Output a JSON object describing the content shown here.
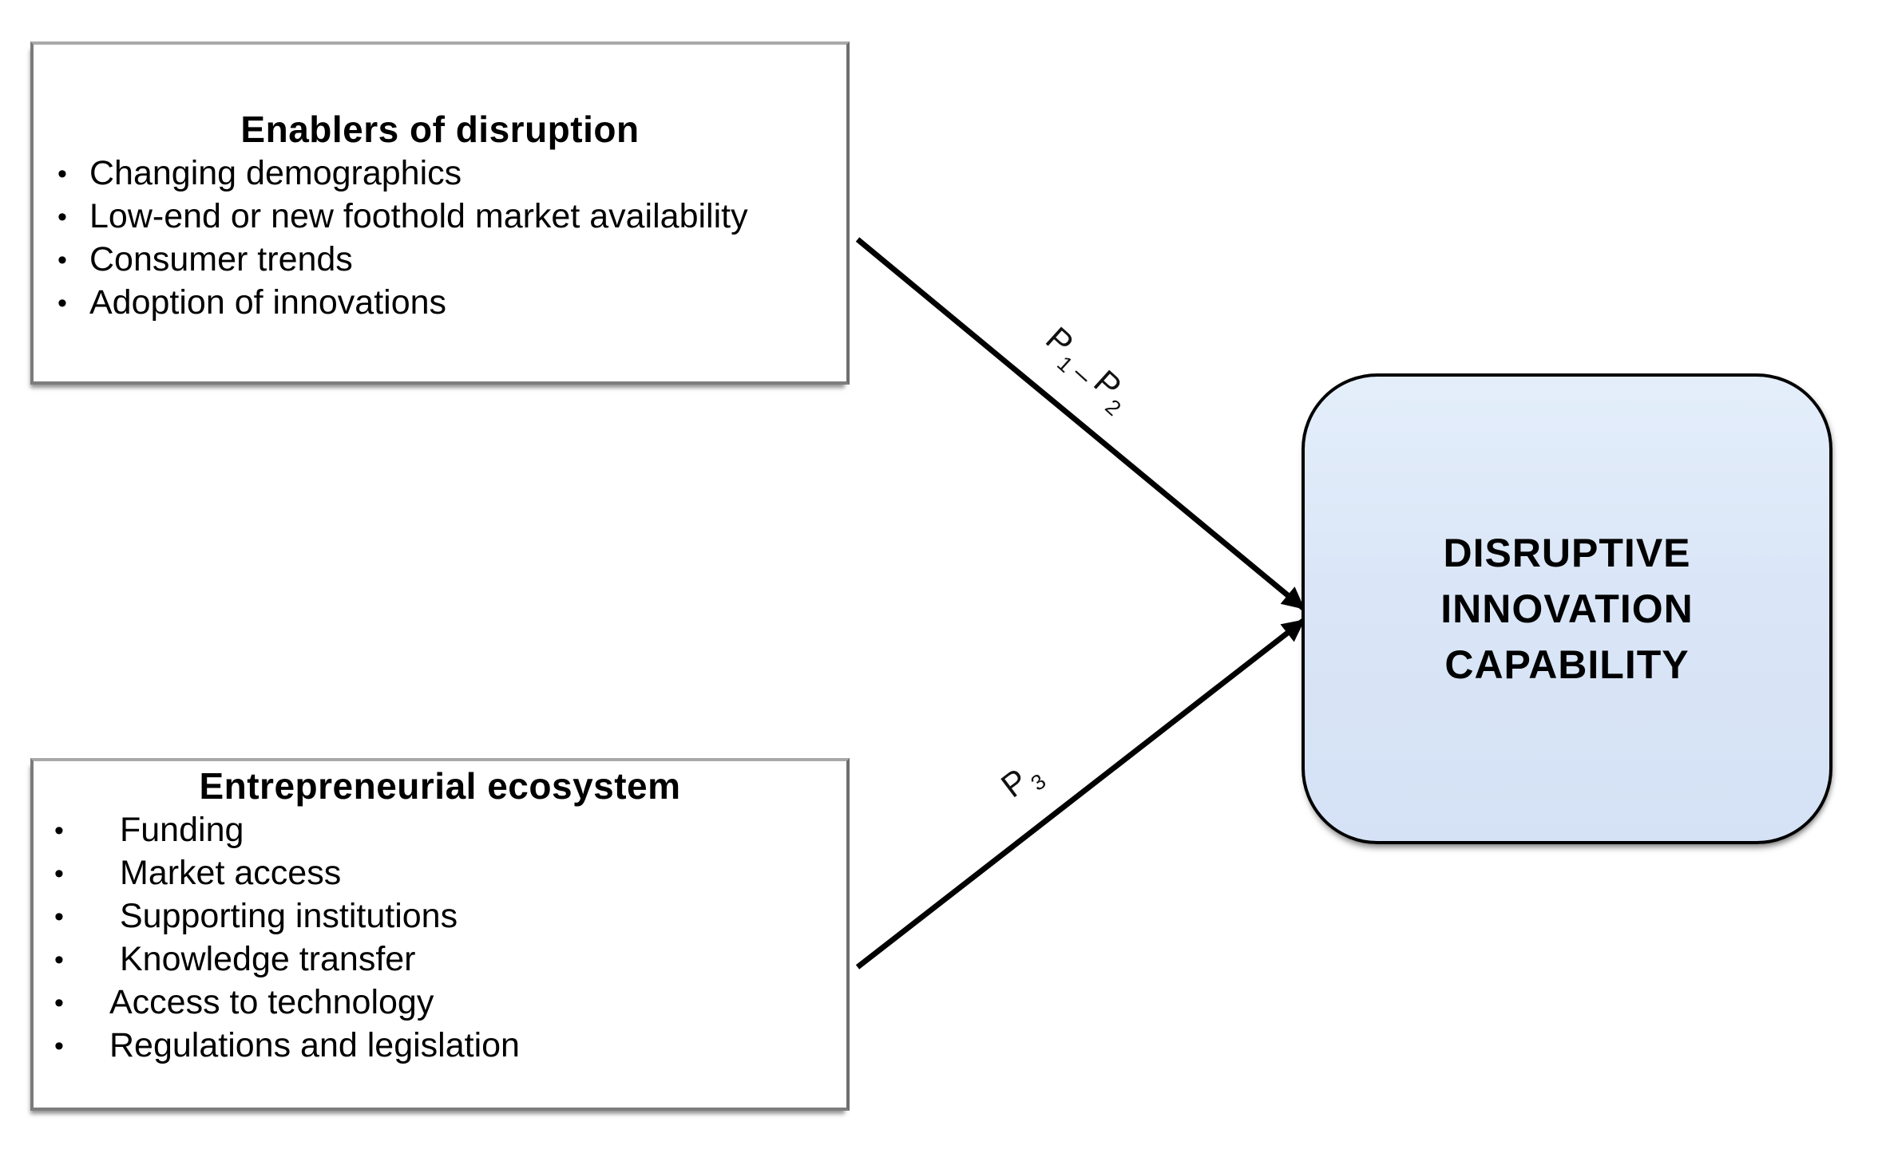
{
  "diagram": {
    "bullet_glyph": "•",
    "enablers_box": {
      "title": "Enablers of disruption",
      "items": [
        "Changing demographics",
        "Low-end or new foothold market availability",
        "Consumer trends",
        "Adoption of innovations"
      ]
    },
    "ecosystem_box": {
      "title": "Entrepreneurial ecosystem",
      "items": [
        "Funding",
        "Market access",
        "Supporting institutions",
        "Knowledge transfer",
        "Access to technology",
        "Regulations and legislation"
      ]
    },
    "capability_box": {
      "line1": "DISRUPTIVE",
      "line2": "INNOVATION",
      "line3": "CAPABILITY"
    },
    "arrow_labels": {
      "p1p2": {
        "p_a": "P",
        "sub_a": "1",
        "dash": "–",
        "p_b": "P",
        "sub_b": "2"
      },
      "p3": {
        "p": "P",
        "sub": "3"
      }
    },
    "colors": {
      "capability_fill": "#dae6f7",
      "capability_border": "#000000",
      "panel_border": "#8f8f8f",
      "arrow": "#000000"
    }
  }
}
